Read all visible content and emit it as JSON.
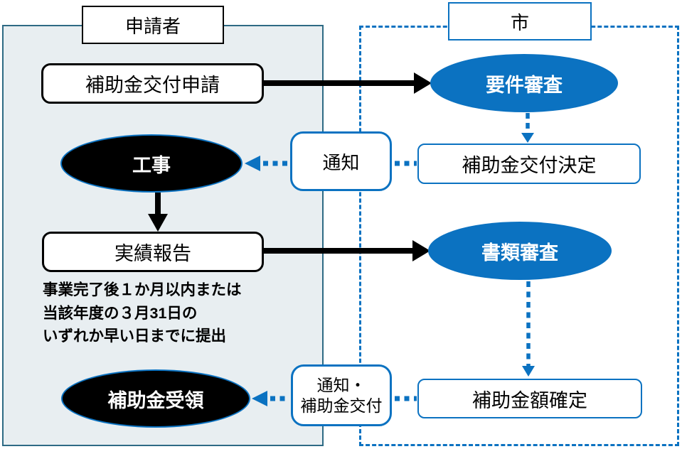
{
  "colors": {
    "blue": "#0b72c1",
    "applicant_panel_fill": "#e8eef1",
    "applicant_panel_border": "#2e6a84",
    "black": "#000000",
    "white": "#ffffff"
  },
  "panels": {
    "applicant": {
      "label": "申請者"
    },
    "city": {
      "label": "市"
    }
  },
  "nodes": {
    "grant_application": {
      "label": "補助金交付申請"
    },
    "requirement_review": {
      "label": "要件審査"
    },
    "grant_decision": {
      "label": "補助金交付決定"
    },
    "notice": {
      "label": "通知"
    },
    "construction": {
      "label": "工事"
    },
    "result_report": {
      "label": "実績報告"
    },
    "document_review": {
      "label": "書類審査"
    },
    "amount_determination": {
      "label": "補助金額確定"
    },
    "notice_payment": {
      "line1": "通知・",
      "line2": "補助金交付"
    },
    "subsidy_receipt": {
      "label": "補助金受領"
    }
  },
  "caption": {
    "line1": "事業完了後１か月以内または",
    "line2": "当該年度の３月31日の",
    "line3": "いずれか早い日までに提出"
  }
}
